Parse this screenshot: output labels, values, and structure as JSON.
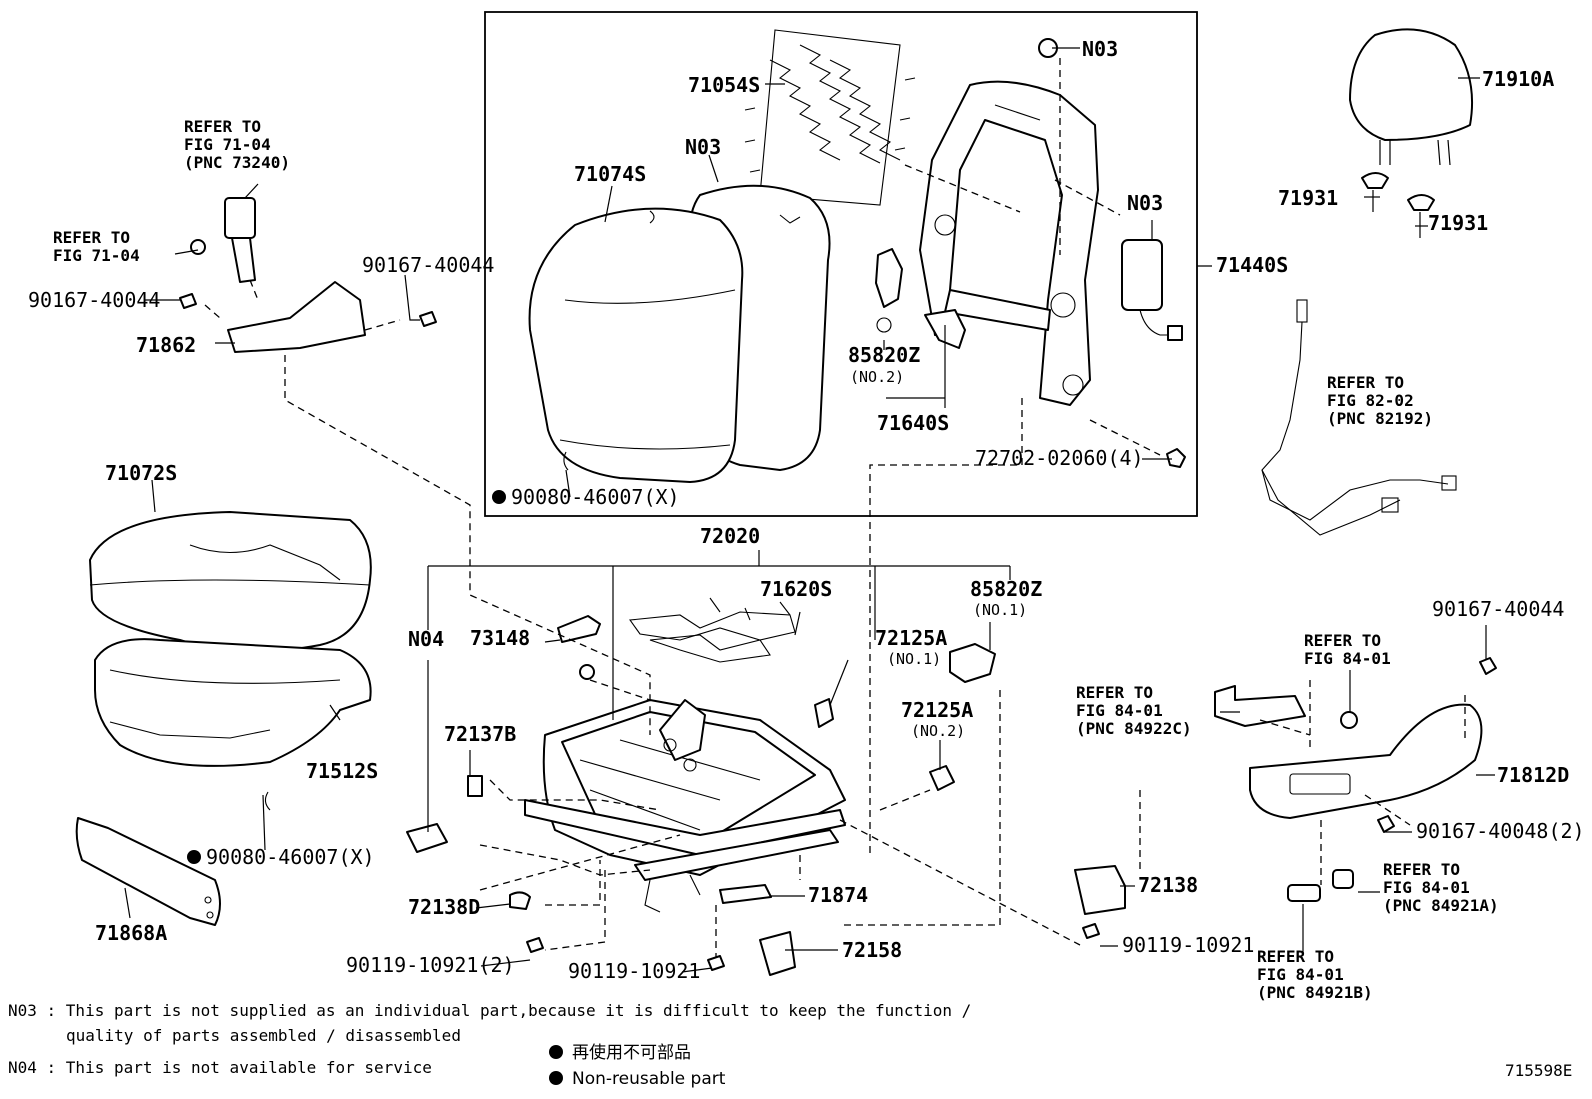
{
  "labels": {
    "71054S": "71054S",
    "N03_a": "N03",
    "N03_b": "N03",
    "N03_c": "N03",
    "71910A": "71910A",
    "71931_a": "71931",
    "71931_b": "71931",
    "71074S": "71074S",
    "71440S": "71440S",
    "85820Z_2": "85820Z",
    "85820Z_2_sub": "(NO.2)",
    "71640S": "71640S",
    "72702": "72702-02060(4)",
    "90080_a": "90080-46007(X)",
    "90080_b": "90080-46007(X)",
    "71072S": "71072S",
    "71512S": "71512S",
    "71868A": "71868A",
    "72020": "72020",
    "71620S": "71620S",
    "85820Z_1": "85820Z",
    "85820Z_1_sub": "(NO.1)",
    "N04": "N04",
    "73148": "73148",
    "72125A_1": "72125A",
    "72125A_1_sub": "(NO.1)",
    "72125A_2": "72125A",
    "72125A_2_sub": "(NO.2)",
    "72137B": "72137B",
    "72138D": "72138D",
    "71874": "71874",
    "72158": "72158",
    "90119_a": "90119-10921(2)",
    "90119_b": "90119-10921",
    "90119_c": "90119-10921",
    "72138": "72138",
    "71812D": "71812D",
    "90167_a": "90167-40044",
    "90167_b": "90167-40044",
    "90167_c": "90167-40044",
    "90167_d": "90167-40048(2)",
    "71862": "71862"
  },
  "refs": {
    "r1": [
      "REFER TO",
      "FIG 71-04",
      "(PNC 73240)"
    ],
    "r2": [
      "REFER TO",
      "FIG 71-04"
    ],
    "r3": [
      "REFER TO",
      "FIG 82-02",
      "(PNC 82192)"
    ],
    "r4": [
      "REFER TO",
      "FIG 84-01"
    ],
    "r5": [
      "REFER TO",
      "FIG 84-01",
      "(PNC 84922C)"
    ],
    "r6": [
      "REFER TO",
      "FIG 84-01",
      "(PNC 84921A)"
    ],
    "r7": [
      "REFER TO",
      "FIG 84-01",
      "(PNC 84921B)"
    ]
  },
  "notes": {
    "n03_line1": "N03 : This part is not supplied as an individual part,because it is difficult to keep the function /",
    "n03_line2": "quality of parts assembled / disassembled",
    "n04_line": "N04 : This part is not available for service"
  },
  "legend": {
    "jp": "再使用不可部品",
    "en": "Non-reusable part"
  },
  "figure_id": "715598E"
}
